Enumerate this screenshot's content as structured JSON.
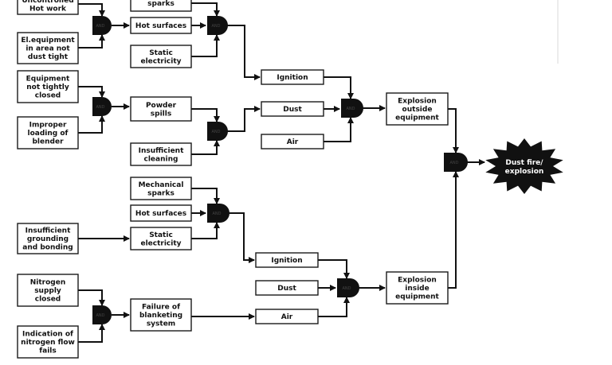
{
  "boxes": {
    "uncontrolled_hot_work": [
      "Uncontrolled",
      "Hot work"
    ],
    "el_equipment": [
      "El.equipment",
      "in area not",
      "dust tight"
    ],
    "sparks_top": [
      "sparks"
    ],
    "hot_surfaces_top": [
      "Hot surfaces"
    ],
    "static_electricity_top": [
      "Static",
      "electricity"
    ],
    "equipment_not_closed": [
      "Equipment",
      "not tightly",
      "closed"
    ],
    "improper_loading": [
      "Improper",
      "loading of",
      "blender"
    ],
    "powder_spills": [
      "Powder",
      "spills"
    ],
    "insufficient_cleaning": [
      "Insufficient",
      "cleaning"
    ],
    "ignition_top": [
      "Ignition"
    ],
    "dust_top": [
      "Dust"
    ],
    "air_top": [
      "Air"
    ],
    "explosion_outside": [
      "Explosion",
      "outside",
      "equipment"
    ],
    "mechanical_sparks": [
      "Mechanical",
      "sparks"
    ],
    "hot_surfaces_bottom": [
      "Hot surfaces"
    ],
    "static_electricity_bottom": [
      "Static",
      "electricity"
    ],
    "insufficient_grounding": [
      "Insufficient",
      "grounding",
      "and bonding"
    ],
    "ignition_bottom": [
      "Ignition"
    ],
    "dust_bottom": [
      "Dust"
    ],
    "air_bottom": [
      "Air"
    ],
    "explosion_inside": [
      "Explosion",
      "inside",
      "equipment"
    ],
    "nitrogen_supply": [
      "Nitrogen",
      "supply",
      "closed"
    ],
    "nitrogen_flow": [
      "Indication of",
      "nitrogen flow",
      "fails"
    ],
    "blanketing_failure": [
      "Failure of",
      "blanketing",
      "system"
    ]
  },
  "gate_label": "AND",
  "top_event": [
    "Dust fire/",
    "explosion"
  ],
  "colors": {
    "line": "#111111",
    "gate": "#111111",
    "box_border": "#1a1a1a",
    "star_text": "#ffffff"
  }
}
